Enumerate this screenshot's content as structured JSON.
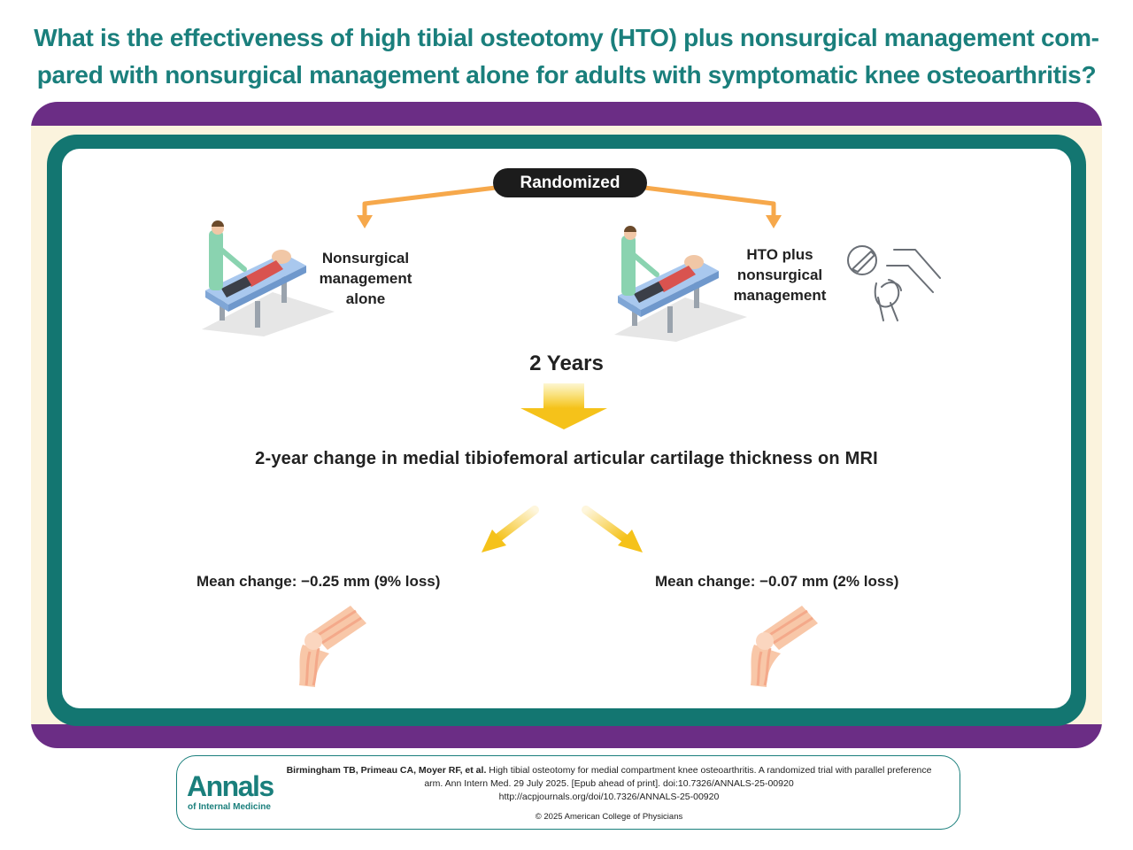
{
  "title": "What is the effectiveness of high tibial osteotomy (HTO) plus nonsurgical management com-pared with nonsurgical management alone for adults with symptomatic knee osteoarthritis?",
  "diagram": {
    "randomized": "Randomized",
    "arm_left": [
      "Nonsurgical",
      "management",
      "alone"
    ],
    "arm_right": [
      "HTO plus",
      "nonsurgical",
      "management"
    ],
    "duration": "2 Years",
    "outcome": "2-year change in medial tibiofemoral articular cartilage thickness on MRI",
    "result_left": "Mean change: −0.25 mm (9% loss)",
    "result_right": "Mean change: −0.07 mm (2% loss)"
  },
  "citation": {
    "logo": "Annals",
    "logo_sub": "of Internal Medicine",
    "authors": "Birmingham TB, Primeau CA, Moyer RF, et al.",
    "text": "High tibial osteotomy for medial compartment knee osteoarthritis. A randomized trial with parallel preference arm. Ann Intern Med. 29 July 2025. [Epub ahead of print]. doi:10.7326/ANNALS-25-00920",
    "url": "http://acpjournals.org/doi/10.7326/ANNALS-25-00920",
    "copyright": "© 2025 American College of Physicians"
  },
  "colors": {
    "teal": "#137671",
    "purple": "#6b2d85",
    "orange_arrow": "#f6a84b",
    "yellow_arrow": "#f5c21a"
  },
  "icons": [
    "patient-on-table-icon",
    "scalpel-knee-icon",
    "knee-joint-icon",
    "down-arrow-icon"
  ]
}
